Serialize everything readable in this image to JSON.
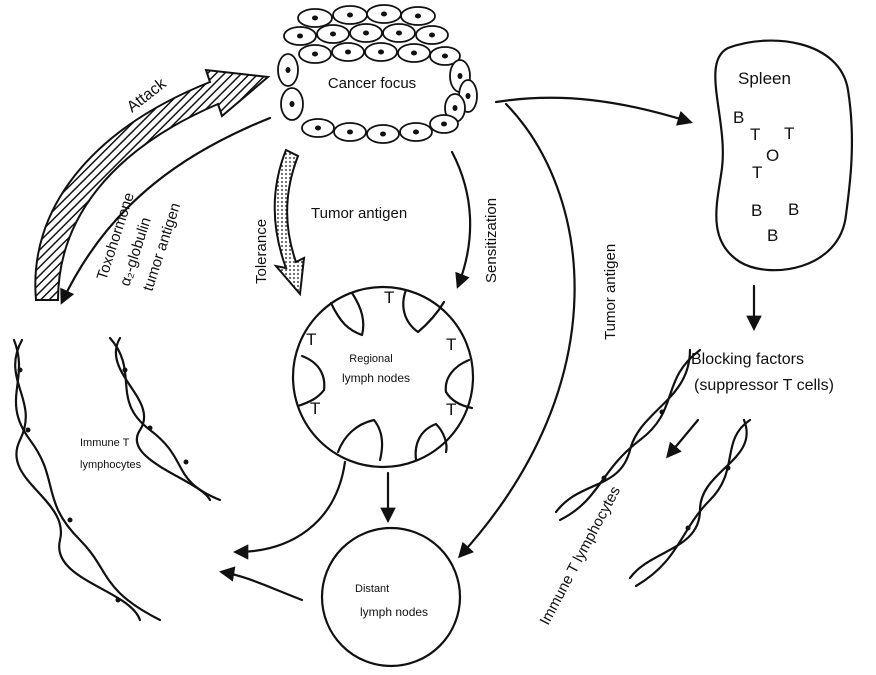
{
  "labels": {
    "cancer_focus": "Cancer focus",
    "spleen": "Spleen",
    "regional_line1": "Regional",
    "regional_line2": "lymph nodes",
    "distant_line1": "Distant",
    "distant_line2": "lymph nodes",
    "attack": "Attack",
    "tox_line1": "Toxohormone",
    "tox_line2": "α₂-globulin",
    "tox_line3": "tumor antigen",
    "tolerance": "Tolerance",
    "tumor_antigen_center": "Tumor antigen",
    "sensitization": "Sensitization",
    "tumor_antigen_long": "Tumor antigen",
    "immune_left_line1": "Immune T",
    "immune_left_line2": "lymphocytes",
    "blocking_line1": "Blocking factors",
    "blocking_line2": "(suppressor T cells)",
    "immune_right": "Immune T lymphocytes"
  },
  "spleen_cells": [
    "B",
    "T",
    "T",
    "O",
    "T",
    "B",
    "B",
    "B"
  ],
  "node_cells": [
    "T",
    "T",
    "T",
    "T",
    "T"
  ]
}
